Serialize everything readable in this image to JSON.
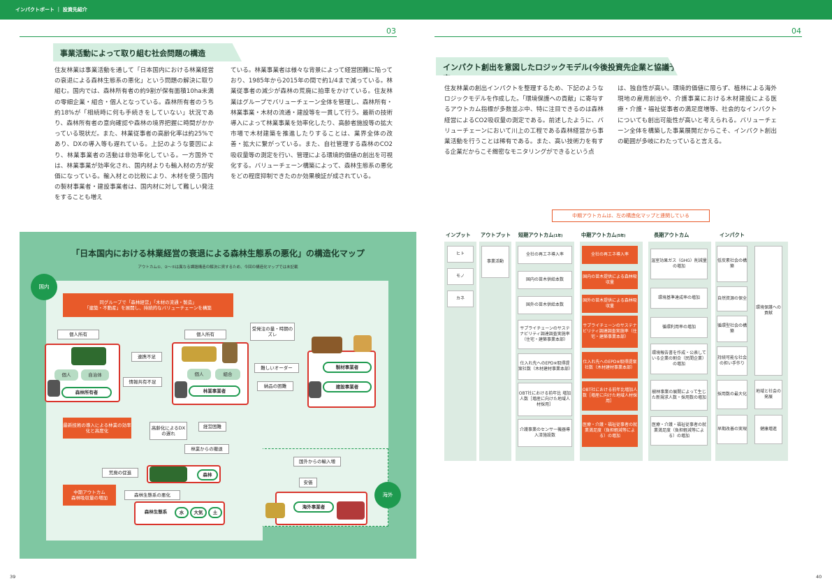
{
  "header": {
    "breadcrumb": "インパクトボート ｜ 投資先紹介",
    "left_page_no": "03",
    "right_page_no": "04",
    "left_footer": "39",
    "right_footer": "40"
  },
  "left": {
    "section_title": "事業活動によって取り組む社会問題の構造",
    "col1": "住友林業は事業活動を通して「日本国内における林業経営の衰退による森林生態系の悪化」という問題の解決に取り組む。国内では、森林所有者の約9割が保有面積10ha未満の零細企業・組合・個人となっている。森林所有者のうち約18%が「相続時に何も手続きをしていない」状況であり、森林所有者の意向確認や森林の境界把握に時間がかかっている現状だ。また、林業従事者の高齢化率は約25%であり、DXの導入等も遅れている。上記のような要因により、林業事業者の活動は非効率化している。一方国外では、林業事業が効率化され、国内材よりも輸入材の方が安価になっている。輸入材との比較により、木材を使う国内の製材事業者・建設事業者は、国内材に対して難しい発注をすることも増え",
    "col2": "ている。林業事業者は様々な背景によって経営困難に陥っており、1985年から2015年の間で約1/4まで減っている。林業従事者の減少が森林の荒廃に拍車をかけている。住友林業はグループでバリューチェーン全体を管理し、森林所有・林業事業・木材の流通・建設等を一貫して行う。最新の技術導入によって林業事業を効率化したり、高齢者施設等の拡大市場で木材建築を推進したりすることは、業界全体の改善・拡大に繋がっている。また、自社管理する森林のCO2吸収量等の測定を行い、管理による環境的価値の創出を可視化する。バリューチェーン構築によって、森林生態系の悪化をどの程度抑制できたのか効果検証が成されている。"
  },
  "map": {
    "title": "「日本国内における林業経営の衰退による森林生態系の悪化」の構造化マップ",
    "note": "アウトカム①、②〜⑤は異なる課題構造の解決に資するため、今回の構造化マップでは未記載",
    "domestic": "国内",
    "overseas": "海外",
    "group_line1": "同グループで「森林経営」「木材の流通・製造」",
    "group_line2": "「建築・不動産」を展開し、持続的なバリューチェーンを構築",
    "kojin1": "個人所有",
    "kojin2": "個人所有",
    "renkei": "連携不足",
    "joho": "情報共有不足",
    "kojin": "個人",
    "jichitai": "自治体",
    "kojin_b": "個人",
    "kumiai": "組合",
    "owner": "森林所有者",
    "forester": "林業事業者",
    "order_gap": "受発注の量・時期のズレ",
    "difficult": "難しいオーダー",
    "delivery": "納品の困難",
    "sawmill": "製材事業者",
    "builder": "建設事業者",
    "tech": "最新技術の導入による林業の効率化と高度化",
    "aging": "高齢化によるDXの遅れ",
    "keiei": "経営困難",
    "withdraw": "林業からの撤退",
    "kohai": "荒廃の促進",
    "forest": "森林",
    "import": "国外からの輸入増",
    "cheap": "安価",
    "mid_outcome": "中期アウトカム",
    "co2": "森林吸収量の増加",
    "eco_worse": "森林生態系の悪化",
    "ecosystem": "森林生態系",
    "water": "水",
    "air": "大気",
    "soil": "土",
    "overseas_biz": "海外事業者"
  },
  "right": {
    "section_title": "インパクト創出を意図したロジックモデル(今後投資先企業と協議予定)",
    "col1": "住友林業の創出インパクトを整理するため、下記のようなロジックモデルを作成した。「環境保護への貢献」に寄与するアウトカム指標が多数並ぶ中、特に注目できるのは森林経営によるCO2吸収量の測定である。前述したように、バリューチェーンにおいて川上の工程である森林経営から事業活動を行うことは稀有である。また、高い技術力を有する企業だからこそ緻密なモニタリングができるという点",
    "col2": "は、独自性が高い。環境的価値に限らず、植林による海外現地の雇用創出や、介護事業における木材建設による医療・介護・福祉従事者の満足度増等、社会的なインパクトについても創出可能性が高いと考えられる。バリューチェーン全体を構築した事業展開だからこそ、インパクト創出の範囲が多岐にわたっていると言える。",
    "banner": "中期アウトカムは、左の構造化マップと連関している"
  },
  "logic": {
    "headers": {
      "input": "インプット",
      "output": "アウトプット",
      "short": "短期アウトカム",
      "short_sub": "(1年)",
      "mid": "中期アウトカム",
      "mid_sub": "(5年)",
      "long": "長期アウトカム",
      "impact": "インパクト"
    },
    "inputs": [
      "ヒト",
      "モノ",
      "カネ"
    ],
    "output": "事業活動",
    "short": [
      "全社の再エネ導入率",
      "国内の苗木供給本数",
      "国外の苗木供給本数",
      "サプライチェーンのサステナビリティ調達調査実施率（住宅・建築事業本部）",
      "仕入れ先へのEPD※取得提案社数（木材建材事業本部）",
      "OBT社における前年比 増加人数［増産に向けた地域人材採用］",
      "介護事業のセンサー機器導入済施設数"
    ],
    "mid": [
      "全社の再エネ導入率",
      "国内の苗木提供による森林吸収量",
      "国外の苗木提供による森林吸収量",
      "サプライチェーンのサステナビリティ調達調査実施率（住宅・建築事業本部）",
      "仕入れ先へのEPD※取得提案社数（木材建材事業本部）",
      "OBT社における前年比増加人数［増産に向けた地域人材採用］",
      "医療・介護・福祉従事者の就業満足度（負担軽減等による）の増加"
    ],
    "long": [
      "温室効果ガス（GHG）削減量の増加",
      "環境基準達成率の増加",
      "循環利用率の増加",
      "環境報告書を作成・公表している企業の割合（民間企業）の増加",
      "樹林事業の展開によって生じた新規求人数・採用数の増加",
      "医療・介護・福祉従事者の就業満足度（負担軽減等による）の増加"
    ],
    "impact_a": [
      "低炭素社会の構築",
      "自然資源の保全",
      "循環型社会の構築",
      "持続可能な社会の担い手作り",
      "採用数の最大化",
      "早期改善の実現"
    ],
    "impact_b": [
      "環境保護への貢献",
      "地域と社会の発展",
      "健康増進"
    ]
  }
}
